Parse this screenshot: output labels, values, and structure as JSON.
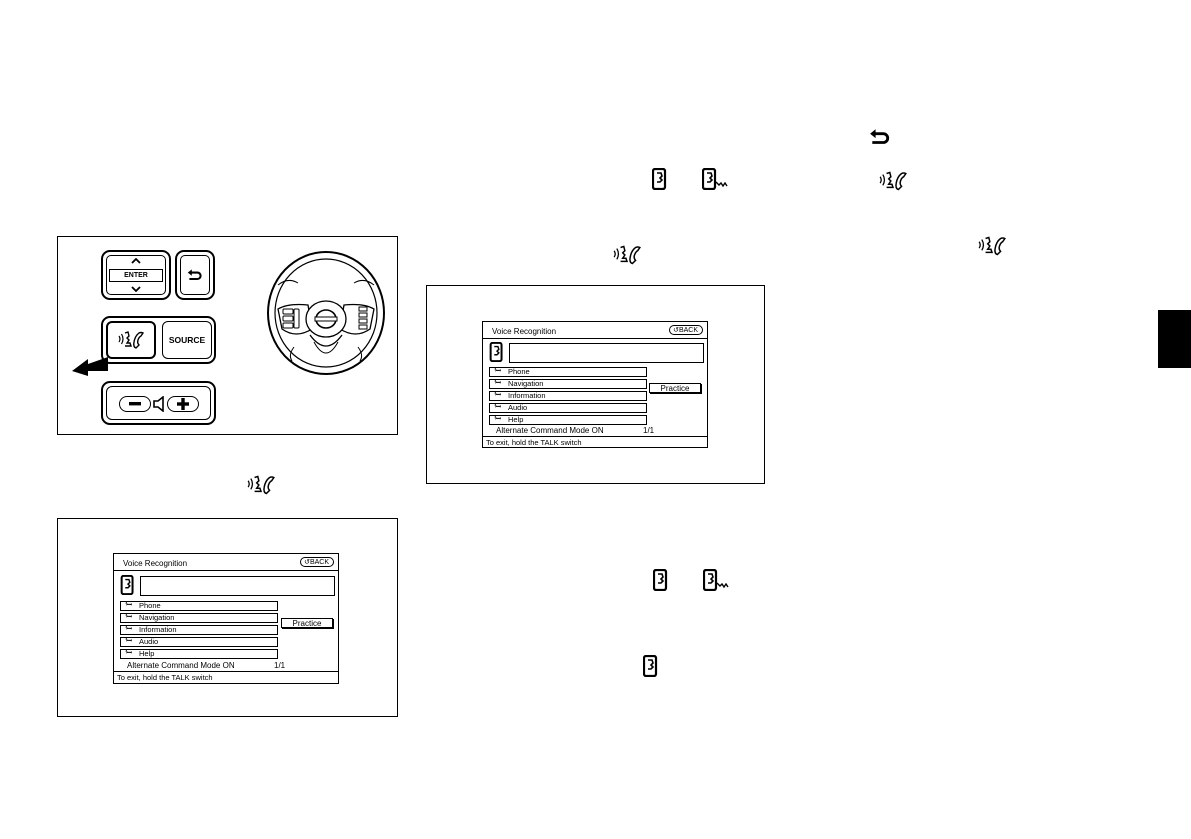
{
  "control_panel": {
    "enter_label": "ENTER",
    "source_label": "SOURCE"
  },
  "screen_left": {
    "title": "Voice Recognition",
    "back_label": "BACK",
    "menu_items": [
      "Phone",
      "Navigation",
      "Information",
      "Audio",
      "Help"
    ],
    "practice_label": "Practice",
    "alt_mode_label": "Alternate Command Mode ON",
    "page_indicator": "1/1",
    "footer_text": "To exit, hold the TALK switch"
  },
  "screen_right": {
    "title": "Voice Recognition",
    "back_label": "BACK",
    "menu_items": [
      "Phone",
      "Navigation",
      "Information",
      "Audio",
      "Help"
    ],
    "practice_label": "Practice",
    "alt_mode_label": "Alternate Command Mode ON",
    "page_indicator": "1/1",
    "footer_text": "To exit, hold the TALK switch"
  },
  "colors": {
    "ink": "#000000",
    "paper": "#ffffff",
    "section_tab": "#000000"
  },
  "icons": [
    "talk-icon",
    "back-arrow-icon",
    "voice-speaker-icon",
    "voice-listen-icon",
    "mic-icon",
    "pointer-arrow-icon",
    "steering-wheel"
  ]
}
